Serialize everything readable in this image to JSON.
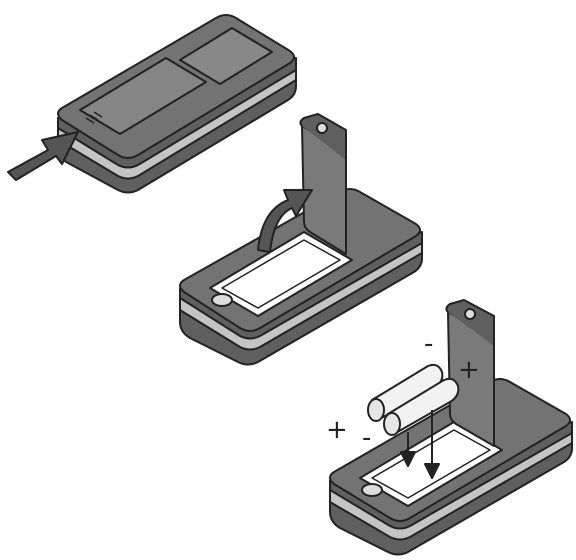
{
  "figure": {
    "steps": [
      {
        "name": "open-battery-cover",
        "arrow": "push-arrow"
      },
      {
        "name": "lift-battery-cover",
        "arrow": "curved-arrow"
      },
      {
        "name": "insert-batteries",
        "arrow": "down-arrows"
      }
    ],
    "polarity": {
      "cover_plus": "+",
      "cover_minus": "-",
      "battery_plus": "+",
      "battery_minus": "-"
    },
    "colors": {
      "body": "#6e6e6e",
      "rim": "#b9b9b9",
      "cover": "#7a7a7a",
      "outline": "#222222",
      "battery": "#f2f2f2"
    }
  }
}
